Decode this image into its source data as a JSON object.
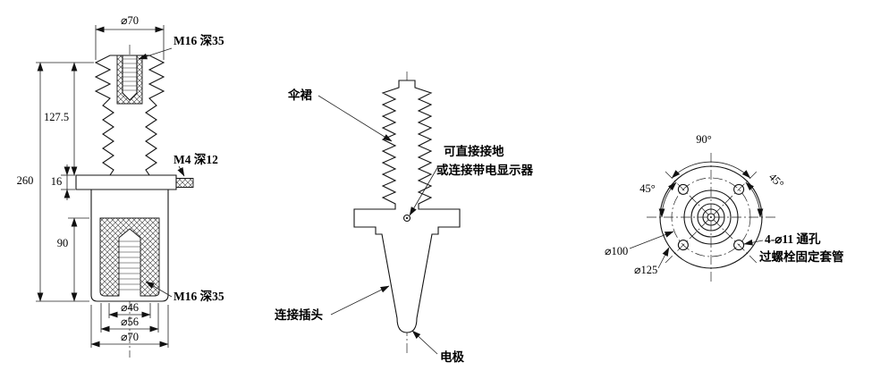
{
  "left_view": {
    "dim_top_diameter": "⌀70",
    "thread_top": "M16 深35",
    "dim_127_5": "127.5",
    "dim_260": "260",
    "dim_16": "16",
    "thread_side": "M4 深12",
    "dim_90": "90",
    "thread_bottom": "M16 深35",
    "dim_d46": "⌀46",
    "dim_d56": "⌀56",
    "dim_d70": "⌀70"
  },
  "middle_view": {
    "shed_label": "伞裙",
    "ground_label_line1": "可直接接地",
    "ground_label_line2": "或连接带电显示器",
    "plug_label": "连接插头",
    "electrode_label": "电极"
  },
  "right_view": {
    "angle_90": "90°",
    "angle_45_left": "45°",
    "angle_45_right": "45°",
    "dim_d100": "⌀100",
    "dim_d125": "⌀125",
    "holes_label": "4-⌀11 通孔",
    "bushing_label": "过螺栓固定套管"
  },
  "colors": {
    "line": "#141414",
    "background": "#ffffff"
  }
}
